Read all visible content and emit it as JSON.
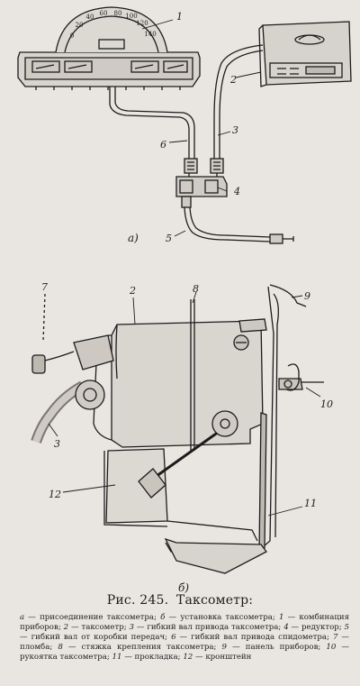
{
  "figure": {
    "caption_number": "Рис. 245.",
    "caption_title": "Таксометр:",
    "part_a_label": "а)",
    "part_b_label": "б)",
    "speedometer_scale": [
      "0",
      "20",
      "40",
      "60",
      "80",
      "100",
      "120",
      "140"
    ],
    "callouts_a": [
      "1",
      "2",
      "3",
      "6",
      "4",
      "5"
    ],
    "callouts_b": [
      "7",
      "2",
      "8",
      "9",
      "3",
      "10",
      "12",
      "11"
    ],
    "legend": [
      {
        "key": "а",
        "text": "присоединение таксометра;"
      },
      {
        "key": "б",
        "text": "установка таксометра;"
      },
      {
        "key": "1",
        "text": "комбинация приборов;"
      },
      {
        "key": "2",
        "text": "таксометр;"
      },
      {
        "key": "3",
        "text": "гибкий вал привода таксометра;"
      },
      {
        "key": "4",
        "text": "редуктор;"
      },
      {
        "key": "5",
        "text": "гибкий вал от коробки передач;"
      },
      {
        "key": "6",
        "text": "гибкий вал привода спидометра;"
      },
      {
        "key": "7",
        "text": "пломба;"
      },
      {
        "key": "8",
        "text": "стяжка крепления таксометра;"
      },
      {
        "key": "9",
        "text": "панель приборов;"
      },
      {
        "key": "10",
        "text": "рукоятка таксометра;"
      },
      {
        "key": "11",
        "text": "прокладка;"
      },
      {
        "key": "12",
        "text": "кронштейн"
      }
    ]
  }
}
